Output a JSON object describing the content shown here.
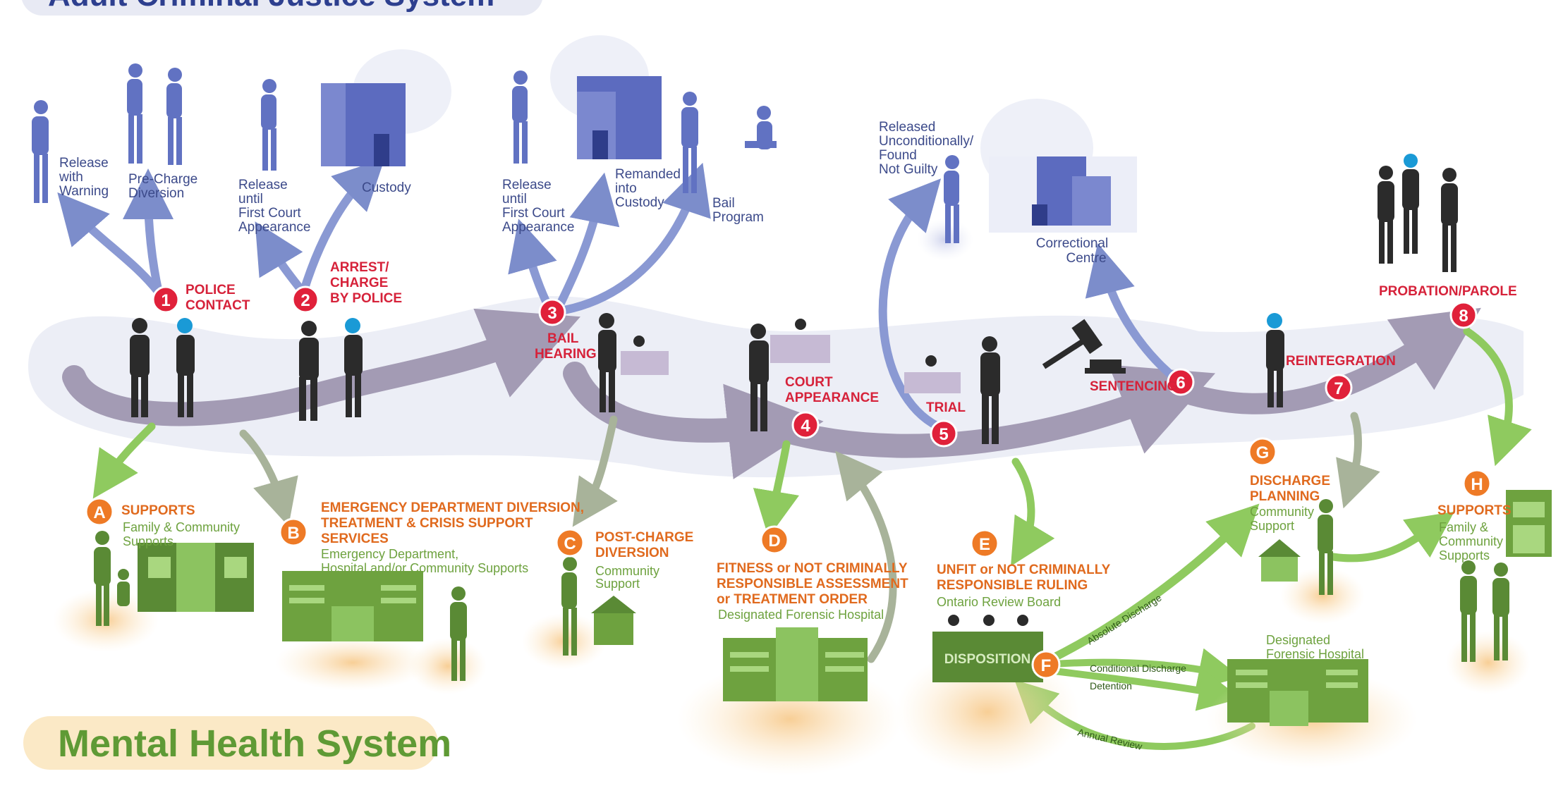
{
  "titles": {
    "criminal_justice": "Adult Criminal Justice System",
    "mental_health": "Mental Health System"
  },
  "stages": [
    {
      "num": "1",
      "label": [
        "POLICE",
        "CONTACT"
      ]
    },
    {
      "num": "2",
      "label": [
        "ARREST/",
        "CHARGE",
        "BY POLICE"
      ]
    },
    {
      "num": "3",
      "label": [
        "BAIL",
        "HEARING"
      ]
    },
    {
      "num": "4",
      "label": [
        "COURT",
        "APPEARANCE"
      ]
    },
    {
      "num": "5",
      "label": [
        "TRIAL"
      ]
    },
    {
      "num": "6",
      "label": [
        "SENTENCING"
      ]
    },
    {
      "num": "7",
      "label": [
        "REINTEGRATION"
      ]
    },
    {
      "num": "8",
      "label": [
        "PROBATION/PAROLE"
      ]
    }
  ],
  "outcomes": {
    "release_warning": [
      "Release",
      "with",
      "Warning"
    ],
    "pre_charge": [
      "Pre-Charge",
      "Diversion"
    ],
    "release_first_court_1": [
      "Release",
      "until",
      "First Court",
      "Appearance"
    ],
    "custody": [
      "Custody"
    ],
    "release_first_court_2": [
      "Release",
      "until",
      "First Court",
      "Appearance"
    ],
    "remanded": [
      "Remanded",
      "into",
      "Custody"
    ],
    "bail_program": [
      "Bail",
      "Program"
    ],
    "released_unconditionally": [
      "Released",
      "Unconditionally/",
      "Found",
      "Not Guilty"
    ],
    "correctional_centre": [
      "Correctional",
      "Centre"
    ]
  },
  "mh_nodes": [
    {
      "letter": "A",
      "title": [
        "SUPPORTS"
      ],
      "sub": [
        "Family & Community",
        "Supports"
      ]
    },
    {
      "letter": "B",
      "title": [
        "EMERGENCY DEPARTMENT DIVERSION,",
        "TREATMENT & CRISIS SUPPORT",
        "SERVICES"
      ],
      "sub": [
        "Emergency Department,",
        "Hospital and/or Community Supports"
      ]
    },
    {
      "letter": "C",
      "title": [
        "POST-CHARGE",
        "DIVERSION"
      ],
      "sub": [
        "Community",
        "Support"
      ]
    },
    {
      "letter": "D",
      "title": [
        "FITNESS or NOT CRIMINALLY",
        "RESPONSIBLE ASSESSMENT",
        "or TREATMENT ORDER"
      ],
      "sub": [
        "Designated Forensic Hospital"
      ]
    },
    {
      "letter": "E",
      "title": [
        "UNFIT or NOT CRIMINALLY",
        "RESPONSIBLE RULING"
      ],
      "sub": [
        "Ontario Review Board"
      ]
    },
    {
      "letter": "F",
      "title": [],
      "sub": []
    },
    {
      "letter": "G",
      "title": [
        "DISCHARGE",
        "PLANNING"
      ],
      "sub": [
        "Community",
        "Support"
      ]
    },
    {
      "letter": "H",
      "title": [
        "SUPPORTS"
      ],
      "sub": [
        "Family &",
        "Community",
        "Supports"
      ]
    }
  ],
  "disposition": {
    "label": "DISPOSITION",
    "absolute_discharge": "Absolute Discharge",
    "conditional_discharge": "Conditional Discharge",
    "detention": "Detention",
    "annual_review": "Annual Review",
    "forensic_hospital": [
      "Designated",
      "Forensic Hospital"
    ]
  },
  "colors": {
    "blue": "#6f80c4",
    "dark_blue": "#2d3f8f",
    "red": "#e0213a",
    "orange": "#ee7a26",
    "green": "#7cbf4b",
    "dark_green": "#5a8a35",
    "path": "#a39bb4",
    "haze": "#e5e6f1"
  }
}
